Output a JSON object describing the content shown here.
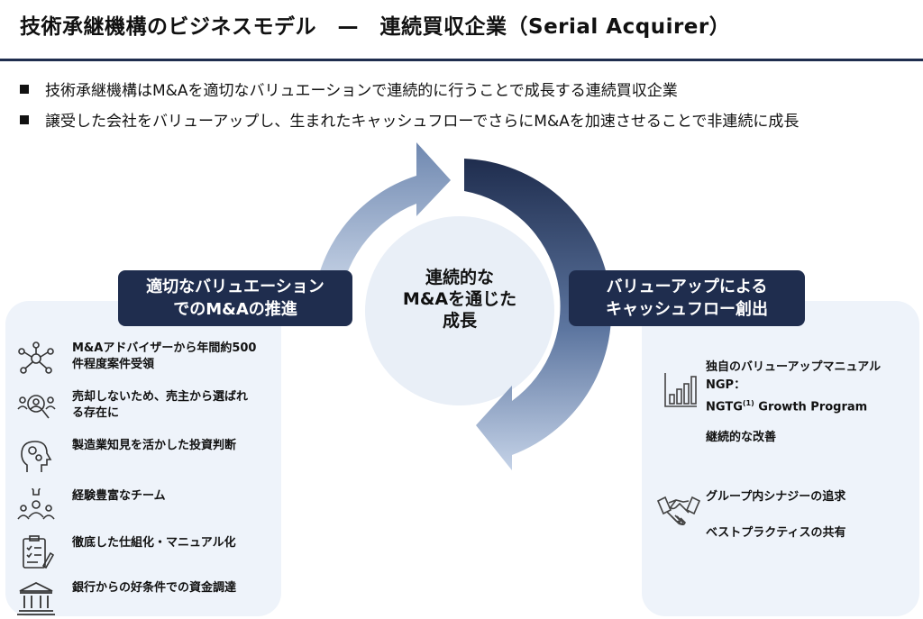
{
  "header": {
    "title": "技術承継機構のビジネスモデル　—　連続買収企業（Serial Acquirer）"
  },
  "bullets": [
    "技術承継機構はM&Aを適切なバリュエーションで連続的に行うことで成長する連続買収企業",
    "譲受した会社をバリューアップし、生まれたキャッシュフローでさらにM&Aを加速させることで非連続に成長"
  ],
  "cycle": {
    "center_line1": "連続的な",
    "center_line2": "M&Aを通じた",
    "center_line3": "成長",
    "arrow_colors": {
      "light": "#c5d3e8",
      "mid": "#6f88b0",
      "dark": "#1f2d4e"
    }
  },
  "left_badge": {
    "line1": "適切なバリュエーション",
    "line2": "でのM&Aの推進"
  },
  "right_badge": {
    "line1": "バリューアップによる",
    "line2": "キャッシュフロー創出"
  },
  "left_items": [
    {
      "icon": "network-icon",
      "line1": "M&Aアドバイザーから年間約500",
      "line2": "件程度案件受領"
    },
    {
      "icon": "people-search-icon",
      "line1": "売却しないため、売主から選ばれ",
      "line2": "る存在に"
    },
    {
      "icon": "head-gears-icon",
      "line1": "製造業知見を活かした投資判断",
      "line2": ""
    },
    {
      "icon": "team-idea-icon",
      "line1": "経験豊富なチーム",
      "line2": ""
    },
    {
      "icon": "checklist-icon",
      "line1": "徹底した仕組化・マニュアル化",
      "line2": ""
    },
    {
      "icon": "bank-icon",
      "line1": "銀行からの好条件での資金調達",
      "line2": ""
    }
  ],
  "right_group1": {
    "icon": "growth-chart-icon",
    "line1": "独自のバリューアップマニュアル",
    "line2": "NGP：",
    "line3_prefix": "NGTG",
    "line3_sup": "(1)",
    "line3_suffix": " Growth Program",
    "line4": "継続的な改善"
  },
  "right_group2": {
    "icon": "handshake-icon",
    "line1": "グループ内シナジーの追求",
    "line2": "ベストプラクティスの共有"
  },
  "colors": {
    "navy": "#1f2d4e",
    "panel": "#eef3fa"
  }
}
